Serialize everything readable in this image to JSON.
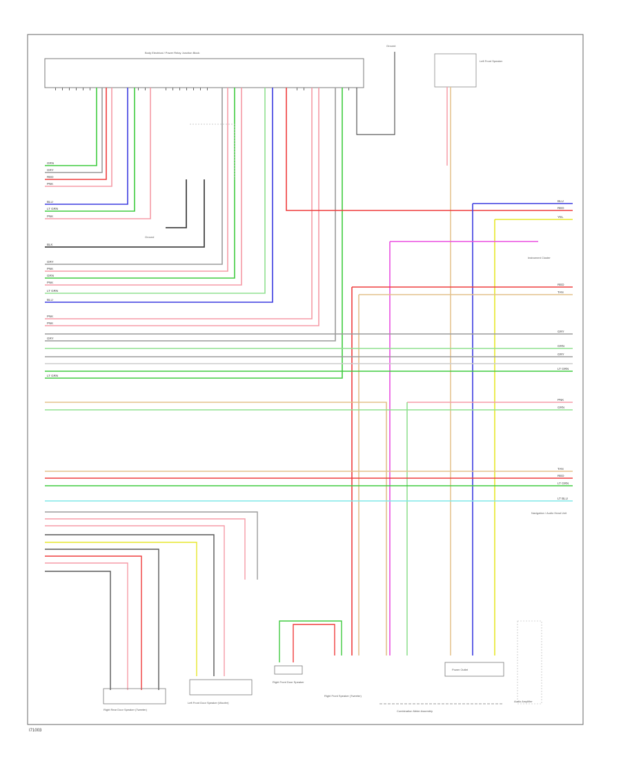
{
  "diagram": {
    "footer_code": "I71003",
    "colors": {
      "green": "#3ecb3e",
      "gray": "#9a9a9a",
      "dark_gray": "#555555",
      "red": "#ef3b3b",
      "pink": "#f59aa5",
      "blue": "#3a3adf",
      "magenta": "#ea4fe0",
      "light_green": "#8fe08f",
      "yellow": "#e6e628",
      "tan": "#e3c08a",
      "cyan": "#7fe7e7",
      "black": "#222222"
    },
    "components": [
      "Body Electrical / Power Relay Junction Block",
      "Ground",
      "Left Front Speaker",
      "Instrument Cluster",
      "Navigation / Audio Head Unit",
      "Right Rear Door Speaker (Tweeter)",
      "Left Front Door Speaker (Woofer)",
      "Right Front Door Speaker",
      "Right Front Speaker (Tweeter)",
      "Combination Meter Assembly",
      "Power Outlet",
      "Audio Amplifier"
    ]
  }
}
